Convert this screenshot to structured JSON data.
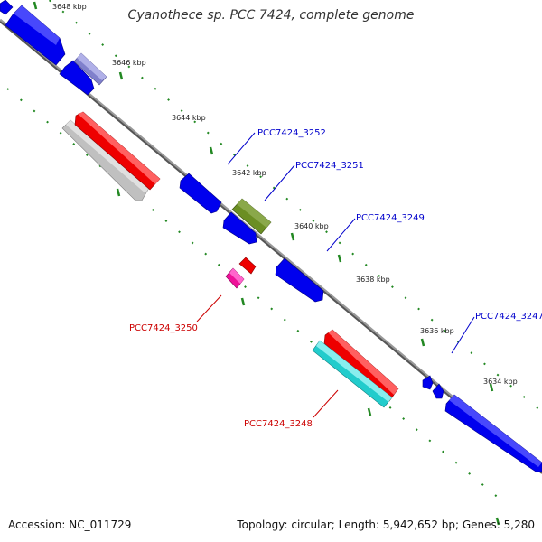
{
  "title": "Cyanothece sp. PCC 7424, complete genome",
  "footer": {
    "accession": "Accession: NC_011729",
    "summary": "Topology: circular; Length: 5,942,652 bp; Genes: 5,280"
  },
  "ticks": [
    "3648 kbp",
    "3646 kbp",
    "3644 kbp",
    "3642 kbp",
    "3640 kbp",
    "3638 kbp",
    "3636 kbp",
    "3634 kbp"
  ],
  "gene_labels": {
    "g3252": "PCC7424_3252",
    "g3251": "PCC7424_3251",
    "g3249": "PCC7424_3249",
    "g3247": "PCC7424_3247",
    "g3250": "PCC7424_3250",
    "g3248": "PCC7424_3248"
  },
  "colors": {
    "blue": "#0000ee",
    "red": "#ee0000",
    "cyan": "#22cccc",
    "gray": "#c0c0c0",
    "olive": "#6b8e23",
    "magenta": "#ee1199",
    "lavender": "#8080cc",
    "axis": "#777777",
    "tick": "#228822",
    "label_blue": "#0000cc",
    "label_red": "#cc0000"
  }
}
